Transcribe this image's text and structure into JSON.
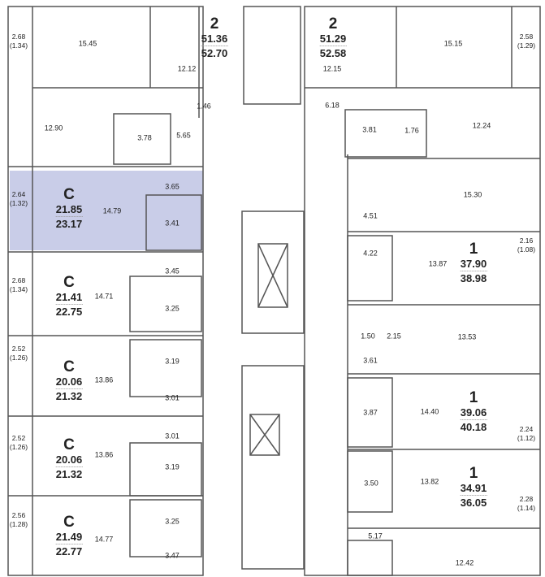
{
  "highlight_color": "#c9cde8",
  "wall_color": "#555555",
  "apartments": [
    {
      "type": "2",
      "area": "51.36",
      "total": "52.70"
    },
    {
      "type": "2",
      "area": "51.29",
      "total": "52.58"
    },
    {
      "type": "C",
      "area": "21.85",
      "total": "23.17",
      "highlighted": true
    },
    {
      "type": "C",
      "area": "21.41",
      "total": "22.75"
    },
    {
      "type": "C",
      "area": "20.06",
      "total": "21.32"
    },
    {
      "type": "C",
      "area": "20.06",
      "total": "21.32"
    },
    {
      "type": "C",
      "area": "21.49",
      "total": "22.77"
    },
    {
      "type": "1",
      "area": "37.90",
      "total": "38.98"
    },
    {
      "type": "1",
      "area": "39.06",
      "total": "40.18"
    },
    {
      "type": "1",
      "area": "34.91",
      "total": "36.05"
    }
  ],
  "rooms": [
    "15.45",
    "12.12",
    "1.46",
    "12.90",
    "3.78",
    "5.65",
    "3.65",
    "14.79",
    "3.41",
    "3.45",
    "14.71",
    "3.25",
    "13.86",
    "3.19",
    "3.01",
    "3.01",
    "13.86",
    "3.19",
    "3.25",
    "14.77",
    "3.47",
    "12.15",
    "15.15",
    "6.18",
    "3.81",
    "1.76",
    "12.24",
    "15.30",
    "4.51",
    "4.22",
    "13.87",
    "1.50",
    "2.15",
    "13.53",
    "3.61",
    "3.87",
    "14.40",
    "3.50",
    "13.82",
    "5.17",
    "12.42"
  ],
  "balconies": [
    {
      "area": "2.68",
      "reduced": "(1.34)"
    },
    {
      "area": "2.64",
      "reduced": "(1.32)"
    },
    {
      "area": "2.68",
      "reduced": "(1.34)"
    },
    {
      "area": "2.52",
      "reduced": "(1.26)"
    },
    {
      "area": "2.52",
      "reduced": "(1.26)"
    },
    {
      "area": "2.56",
      "reduced": "(1.28)"
    },
    {
      "area": "2.58",
      "reduced": "(1.29)"
    },
    {
      "area": "2.16",
      "reduced": "(1.08)"
    },
    {
      "area": "2.24",
      "reduced": "(1.12)"
    },
    {
      "area": "2.28",
      "reduced": "(1.14)"
    }
  ]
}
